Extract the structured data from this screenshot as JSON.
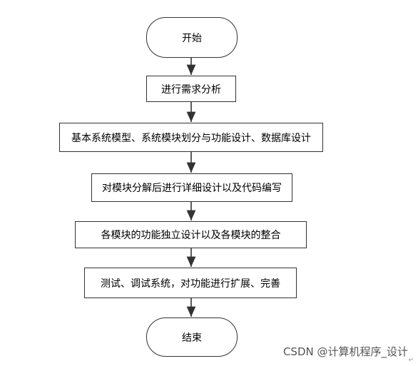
{
  "flowchart": {
    "start": "开始",
    "steps": [
      "进行需求分析",
      "基本系统模型、系统模块划分与功能设计、数据库设计",
      "对模块分解后进行详细设计以及代码编写",
      "各模块的功能独立设计以及各模块的整合",
      "测试、调试系统，对功能进行扩展、完善"
    ],
    "end": "结束"
  },
  "watermark": "CSDN @计算机程序_设计",
  "corner_mark": "↵",
  "colors": {
    "stroke": "#333333",
    "background": "#ffffff"
  }
}
